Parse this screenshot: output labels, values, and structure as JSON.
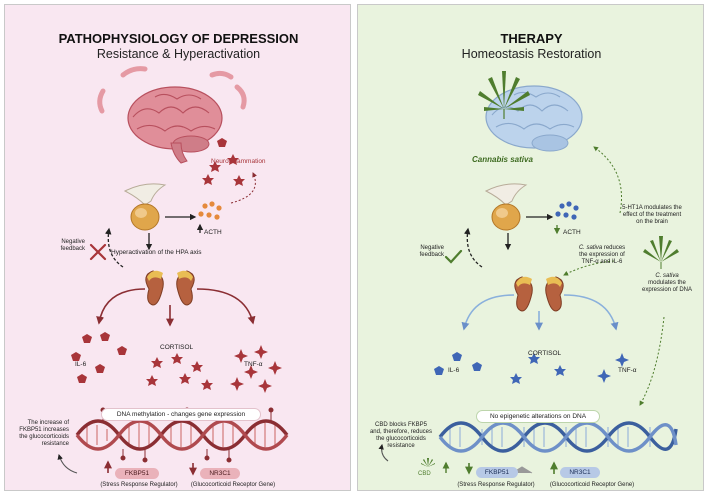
{
  "left": {
    "title": "PATHOPHYSIOLOGY OF DEPRESSION",
    "subtitle": "Resistance & Hyperactivation",
    "neuroinflammation": "Neuroinflammation",
    "acth": "ACTH",
    "hpa_axis": "Hyperactivation of the HPA axis",
    "negative_feedback": "Negative\nfeedback",
    "il6": "IL-6",
    "cortisol": "CORTISOL",
    "tnf": "TNF-α",
    "dna_banner": "DNA methylation - changes gene expression",
    "fkbp5_note": "The increase of\nFKBP51 increases\nthe glucocorticoids\nresistance",
    "fkbp51": "FKBP51",
    "nr3c1": "NR3C1",
    "fkbp51_caption": "(Stress Response Regulator)",
    "nr3c1_caption": "(Glucocorticoid Receptor Gene)"
  },
  "right": {
    "title": "THERAPY",
    "subtitle": "Homeostasis Restoration",
    "cannabis": "Cannabis sativa",
    "ht1a_note": "5-HT1A modulates the\neffect of the treatment\non the brain",
    "acth": "ACTH",
    "negative_feedback": "Negative\nfeedback",
    "sativa_reduces_name": "C. sativa",
    "sativa_reduces": "reduces\nthe expression of\nTNF-α and IL-6",
    "sativa_dna_name": "C. sativa",
    "sativa_dna": "modulates the\nexpression of DNA",
    "il6": "IL-6",
    "cortisol": "CORTISOL",
    "tnf": "TNF-α",
    "dna_banner": "No epigenetic alterations on DNA",
    "cbd_note": "CBD blocks FKBP5\nand, therefore, reduces\nthe glucocorticoids\nresistance",
    "cbd": "CBD",
    "fkbp51": "FKBP51",
    "nr3c1": "NR3C1",
    "fkbp51_caption": "(Stress Response Regulator)",
    "nr3c1_caption": "(Glucocorticoid Receptor Gene)"
  },
  "colors": {
    "left_bg": "#f9e7f1",
    "right_bg": "#e9f3de",
    "left_accent": "#a8353a",
    "right_accent": "#4b6fbf",
    "brain_pink": "#e59aa4",
    "brain_blue": "#bcd3ec",
    "leaf_green": "#4f7d2e",
    "adrenal_orange": "#e0a64b"
  },
  "icons": {
    "left_brain": "inflamed-brain-icon",
    "right_brain": "healthy-brain-icon",
    "pituitary": "pituitary-gland-icon",
    "adrenal": "adrenal-gland-icon",
    "dna": "dna-helix-icon",
    "leaf": "cannabis-leaf-icon",
    "cross": "cross-mark-icon",
    "check": "check-mark-icon"
  }
}
